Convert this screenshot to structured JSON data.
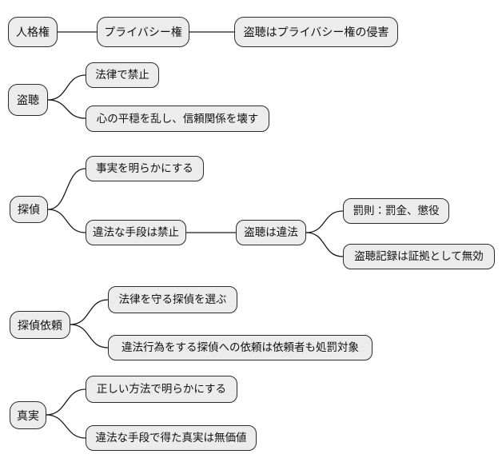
{
  "diagram": {
    "type": "mindmap",
    "colors": {
      "background": "#ffffff",
      "node_fill": "#ececec",
      "node_border": "#2b2b2b",
      "edge_color": "#1a1a1a",
      "text_color": "#111111"
    },
    "trees": [
      {
        "label": "人格権",
        "children": [
          {
            "label": "プライバシー権",
            "children": [
              {
                "label": "盗聴はプライバシー権の侵害"
              }
            ]
          }
        ]
      },
      {
        "label": "盗聴",
        "children": [
          {
            "label": "法律で禁止"
          },
          {
            "label": "心の平穏を乱し、信頼関係を壊す"
          }
        ]
      },
      {
        "label": "探偵",
        "children": [
          {
            "label": "事実を明らかにする"
          },
          {
            "label": "違法な手段は禁止",
            "children": [
              {
                "label": "盗聴は違法",
                "children": [
                  {
                    "label": "罰則：罰金、懲役"
                  },
                  {
                    "label": "盗聴記録は証拠として無効"
                  }
                ]
              }
            ]
          }
        ]
      },
      {
        "label": "探偵依頼",
        "children": [
          {
            "label": "法律を守る探偵を選ぶ"
          },
          {
            "label": "違法行為をする探偵への依頼は依頼者も処罰対象"
          }
        ]
      },
      {
        "label": "真実",
        "children": [
          {
            "label": "正しい方法で明らかにする"
          },
          {
            "label": "違法な手段で得た真実は無価値"
          }
        ]
      }
    ]
  }
}
